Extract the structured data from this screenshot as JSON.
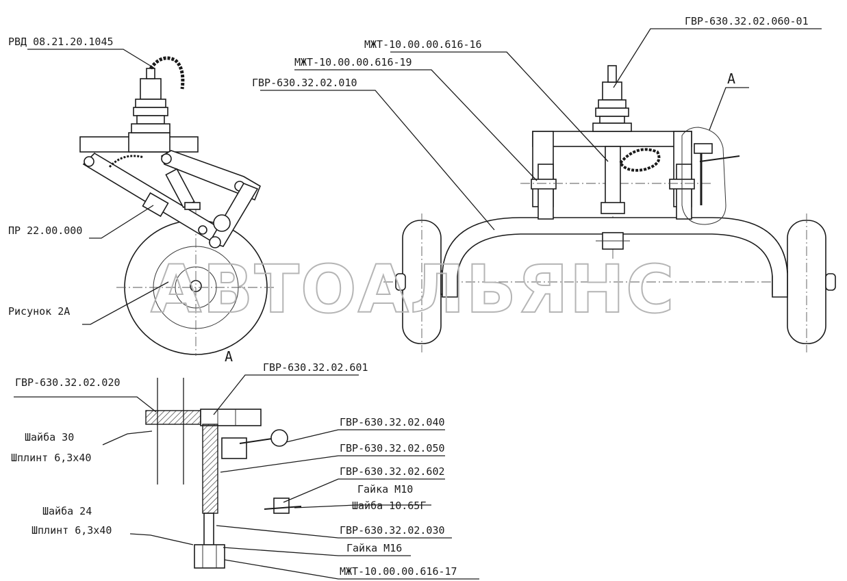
{
  "watermark": "АВТОАЛЬЯНС",
  "view_marker": "A",
  "detail_title": "A",
  "labels": {
    "rvd": "РВД 08.21.20.1045",
    "pr": "ПР 22.00.000",
    "fig2a": "Рисунок 2А",
    "gvr060": "ГВР-630.32.02.060-01",
    "mzht616_16": "МЖТ-10.00.00.616-16",
    "mzht616_19": "МЖТ-10.00.00.616-19",
    "gvr010": "ГВР-630.32.02.010",
    "gvr020": "ГВР-630.32.02.020",
    "gvr601": "ГВР-630.32.02.601",
    "washer30": "Шайба 30",
    "pin1": "Шплинт 6,3х40",
    "gvr040": "ГВР-630.32.02.040",
    "gvr050": "ГВР-630.32.02.050",
    "gvr602": "ГВР-630.32.02.602",
    "nut10": "Гайка М10",
    "washer10": "Шайба 10.65Г",
    "washer24": "Шайба 24",
    "pin2": "Шплинт 6,3х40",
    "gvr030": "ГВР-630.32.02.030",
    "nut16": "Гайка М16",
    "mzht616_17": "МЖТ-10.00.00.616-17"
  }
}
